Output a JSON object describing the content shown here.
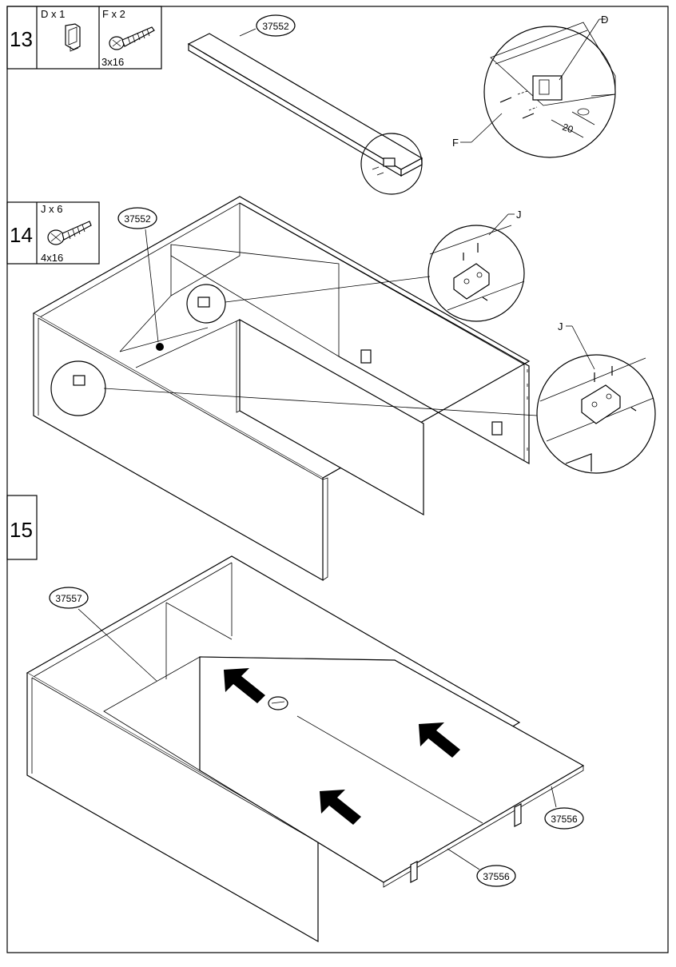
{
  "colors": {
    "ink": "#000000",
    "paper": "#ffffff"
  },
  "steps": [
    {
      "number": "13",
      "parts": [
        {
          "qty": "D x 1",
          "icon": "bracket-icon"
        },
        {
          "qty": "F x 2",
          "icon": "screw-icon",
          "size": "3x16"
        }
      ]
    },
    {
      "number": "14",
      "parts": [
        {
          "qty": "J x 6",
          "icon": "screw-icon",
          "size": "4x16"
        }
      ]
    },
    {
      "number": "15"
    }
  ],
  "labels": {
    "step13_board": "37552",
    "detail_D": "D",
    "detail_F": "F",
    "dim_20": "20",
    "step14_board": "37552",
    "detail_J1": "J",
    "detail_J2": "J",
    "step15_shelf": "37557",
    "step15_panel_a": "37556",
    "step15_panel_b": "37556"
  }
}
